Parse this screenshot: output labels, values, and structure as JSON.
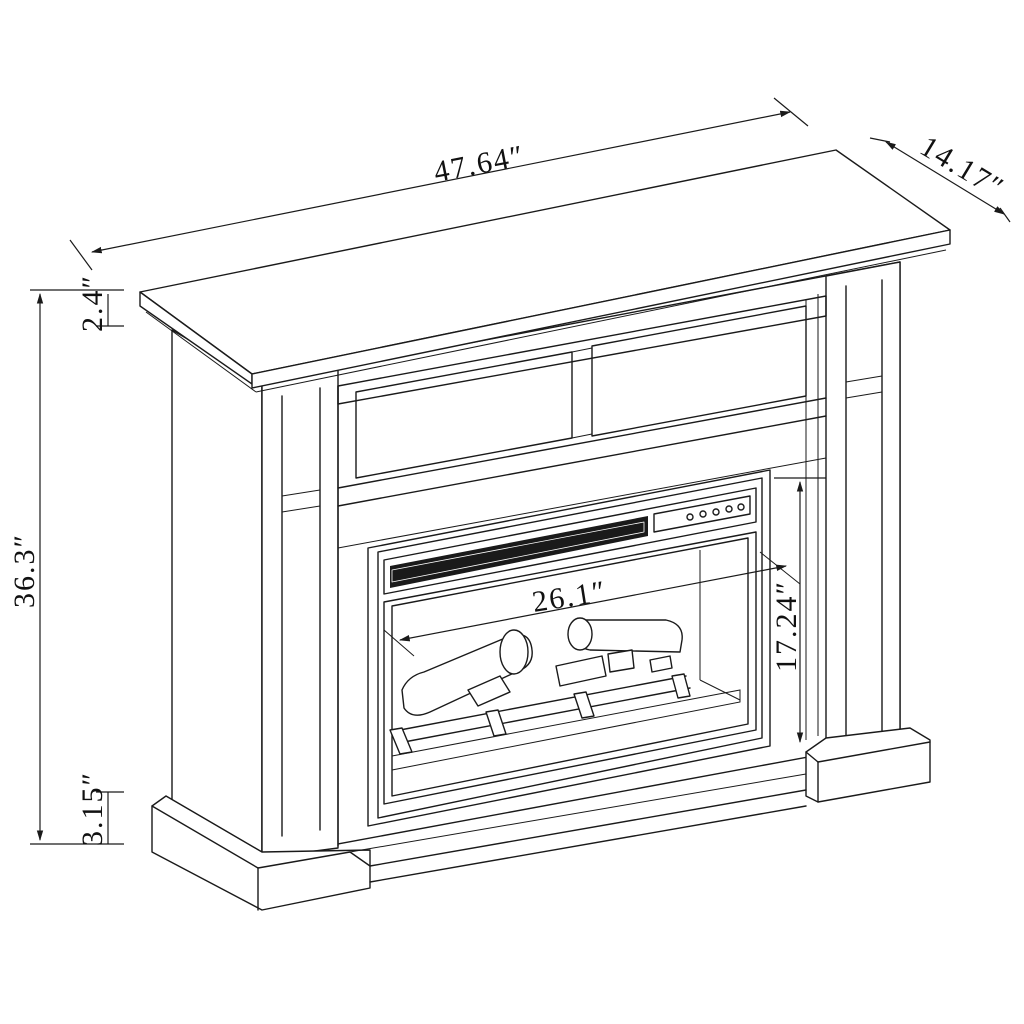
{
  "dimensions": {
    "width": "47.64″",
    "depth": "14.17″",
    "total_height": "36.3″",
    "top_thickness": "2.4″",
    "base_height": "3.15″",
    "insert_width": "26.1″",
    "insert_height": "17.24″"
  }
}
